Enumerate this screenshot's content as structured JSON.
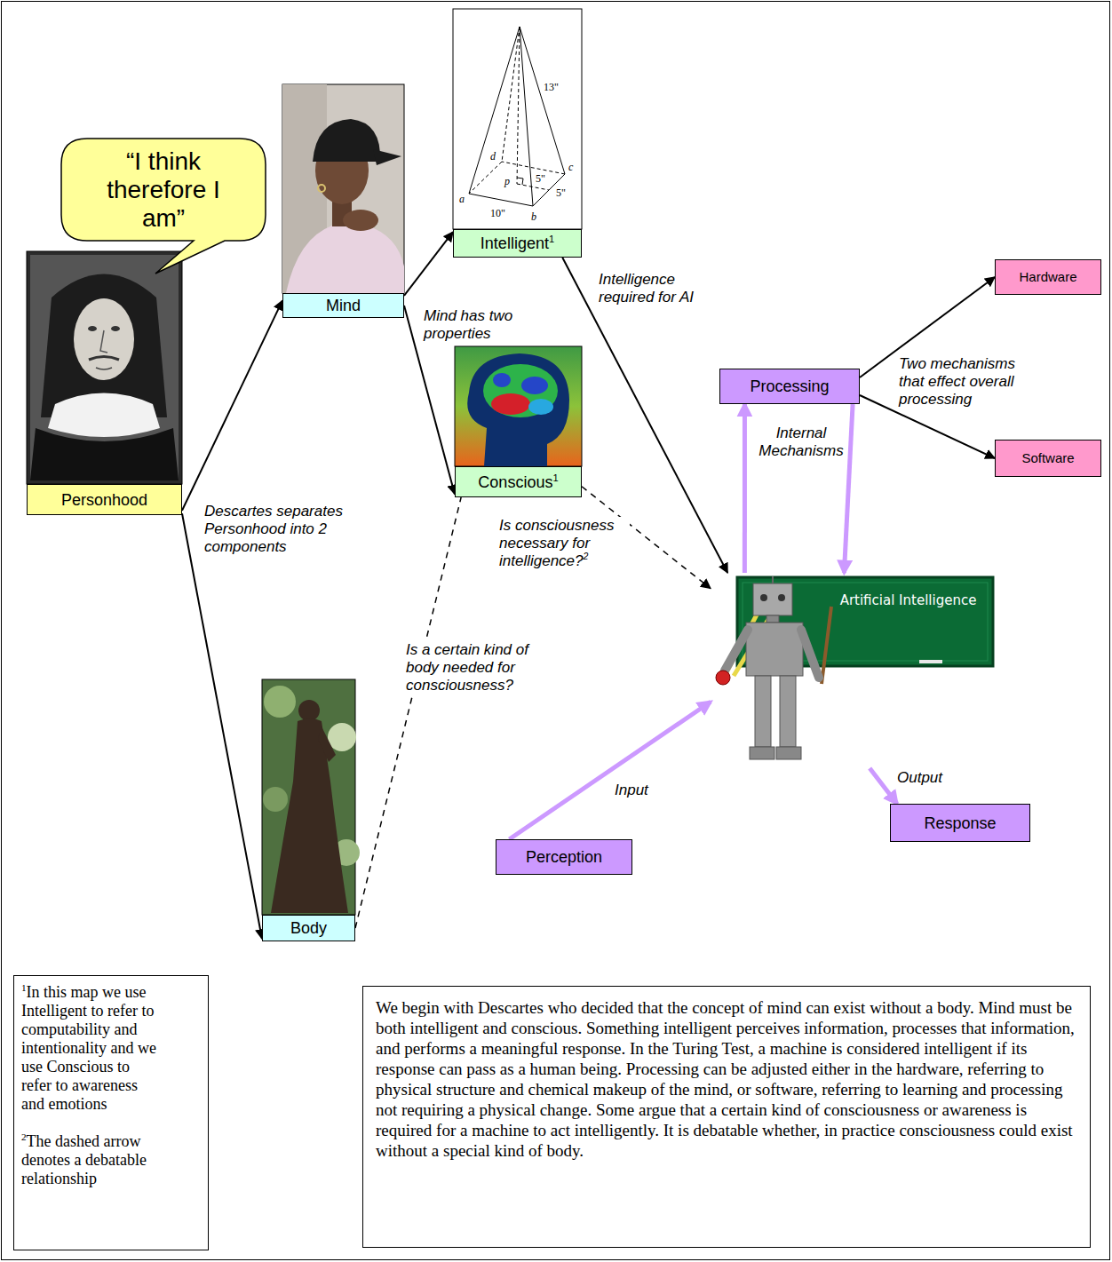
{
  "diagram": {
    "nodes": [
      {
        "text": [
          "“I think therefore I am”"
        ]
      },
      {
        "text": [
          "Personhood"
        ]
      },
      {
        "text": [
          "Mind"
        ]
      },
      {
        "text": [
          "Intelligent",
          "1"
        ]
      },
      {
        "text": [
          "Conscious",
          "1"
        ]
      },
      {
        "text": [
          "Processing"
        ]
      },
      {
        "text": [
          "Hardware"
        ]
      },
      {
        "text": [
          "Software"
        ]
      },
      {
        "text": [
          "Artificial Intelligence"
        ]
      },
      {
        "text": [
          "Body"
        ]
      },
      {
        "text": [
          "Perception"
        ]
      },
      {
        "text": [
          "Response"
        ]
      },
      {
        "text": [
          "1",
          "In this map we use Intelligent to refer to computability and intentionality and we use Conscious to refer to awareness and emotions",
          "2",
          "The dashed arrow denotes a debatable relationship"
        ]
      },
      {
        "text": [
          "We begin with Descartes who decided that the concept of mind can exist without a body. Mind must be both intelligent and conscious. Something intelligent perceives information, processes that information, and performs a meaningful response. In the Turing Test, a machine is considered intelligent if its response can pass as a human being. Processing can be adjusted either in the hardware, referring to physical structure and chemical makeup of the mind, or software, referring to learning and processing not requiring a physical change. Some argue that a certain kind of consciousness or awareness is required for a machine to act intelligently. It is debatable whether, in practice consciousness could exist without a special kind of body."
        ]
      }
    ],
    "edges": [
      {
        "from": 1,
        "to": 2,
        "arrow": "to"
      },
      {
        "from": 1,
        "to": 9,
        "arrow": "to"
      },
      {
        "from": 2,
        "to": 3,
        "arrow": "to"
      },
      {
        "from": 2,
        "to": 4,
        "arrow": "to"
      },
      {
        "from": 3,
        "to": 8,
        "label": "Intelligence required for AI",
        "arrow": "to"
      },
      {
        "from": 4,
        "to": 8,
        "label": "Is consciousness necessary for intelligence?",
        "arrow": "to"
      },
      {
        "from": 9,
        "to": 4,
        "label": "Is a certain kind of body needed for consciousness?",
        "arrow": "none"
      },
      {
        "from": 8,
        "to": 5,
        "arrow": "to"
      },
      {
        "from": 5,
        "to": 8,
        "arrow": "to"
      },
      {
        "from": 5,
        "to": 6,
        "arrow": "to"
      },
      {
        "from": 5,
        "to": 7,
        "arrow": "to"
      },
      {
        "from": 10,
        "to": 8,
        "label": "Input",
        "arrow": "to"
      },
      {
        "from": 8,
        "to": 11,
        "label": "Output",
        "arrow": "to"
      }
    ],
    "labels": [
      "Descartes separates Personhood into 2 components",
      "Mind has two properties",
      "Internal Mechanisms",
      "Two mechanisms that effect overall processing",
      "2",
      "13\"",
      "d",
      "c",
      "p",
      "5\"",
      "5\"",
      "a",
      "10\"",
      "b"
    ]
  }
}
